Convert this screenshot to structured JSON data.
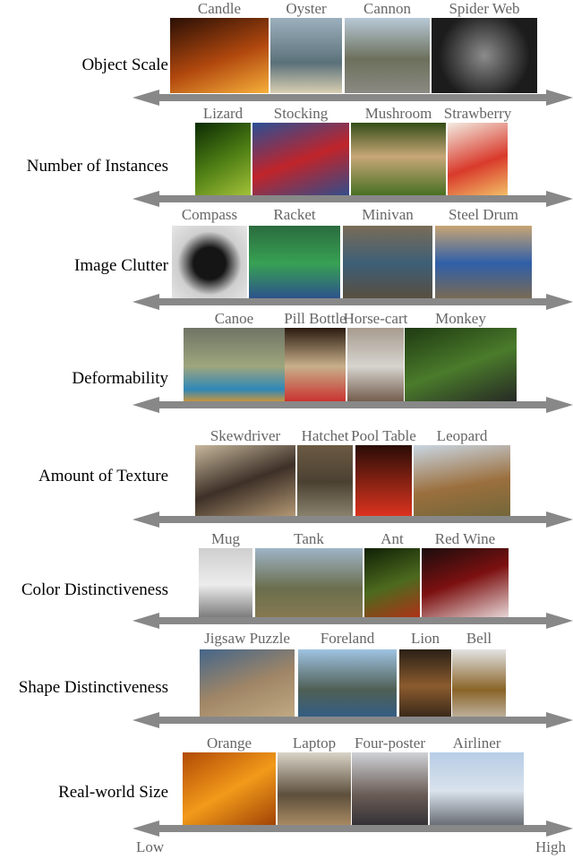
{
  "rows": [
    {
      "label": "Object Scale",
      "items": [
        "Candle",
        "Oyster",
        "Cannon",
        "Spider Web"
      ]
    },
    {
      "label": "Number of Instances",
      "items": [
        "Lizard",
        "Stocking",
        "Mushroom",
        "Strawberry"
      ]
    },
    {
      "label": "Image Clutter",
      "items": [
        "Compass",
        "Racket",
        "Minivan",
        "Steel Drum"
      ]
    },
    {
      "label": "Deformability",
      "items": [
        "Canoe",
        "Pill Bottle",
        "Horse-cart",
        "Monkey"
      ]
    },
    {
      "label": "Amount of Texture",
      "items": [
        "Skewdriver",
        "Hatchet",
        "Pool Table",
        "Leopard"
      ]
    },
    {
      "label": "Color Distinctiveness",
      "items": [
        "Mug",
        "Tank",
        "Ant",
        "Red Wine"
      ]
    },
    {
      "label": "Shape Distinctiveness",
      "items": [
        "Jigsaw Puzzle",
        "Foreland",
        "Lion",
        "Bell"
      ]
    },
    {
      "label": "Real-world Size",
      "items": [
        "Orange",
        "Laptop",
        "Four-poster",
        "Airliner"
      ]
    }
  ],
  "axis": {
    "low": "Low",
    "high": "High"
  },
  "colors": {
    "arrow": "#888888",
    "caption": "#666666"
  }
}
